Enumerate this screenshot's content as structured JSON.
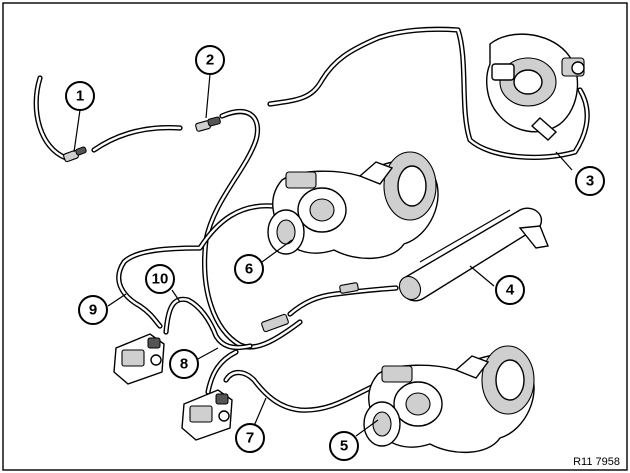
{
  "figure": {
    "reference_code": "R11 7958",
    "callouts": [
      "1",
      "2",
      "3",
      "4",
      "5",
      "6",
      "7",
      "8",
      "9",
      "10"
    ]
  },
  "components": {
    "icons": [
      "vacuum-pump-icon",
      "turbocharger-icon",
      "vacuum-reservoir-icon",
      "pressure-converter-icon",
      "hose-connector-icon"
    ]
  }
}
